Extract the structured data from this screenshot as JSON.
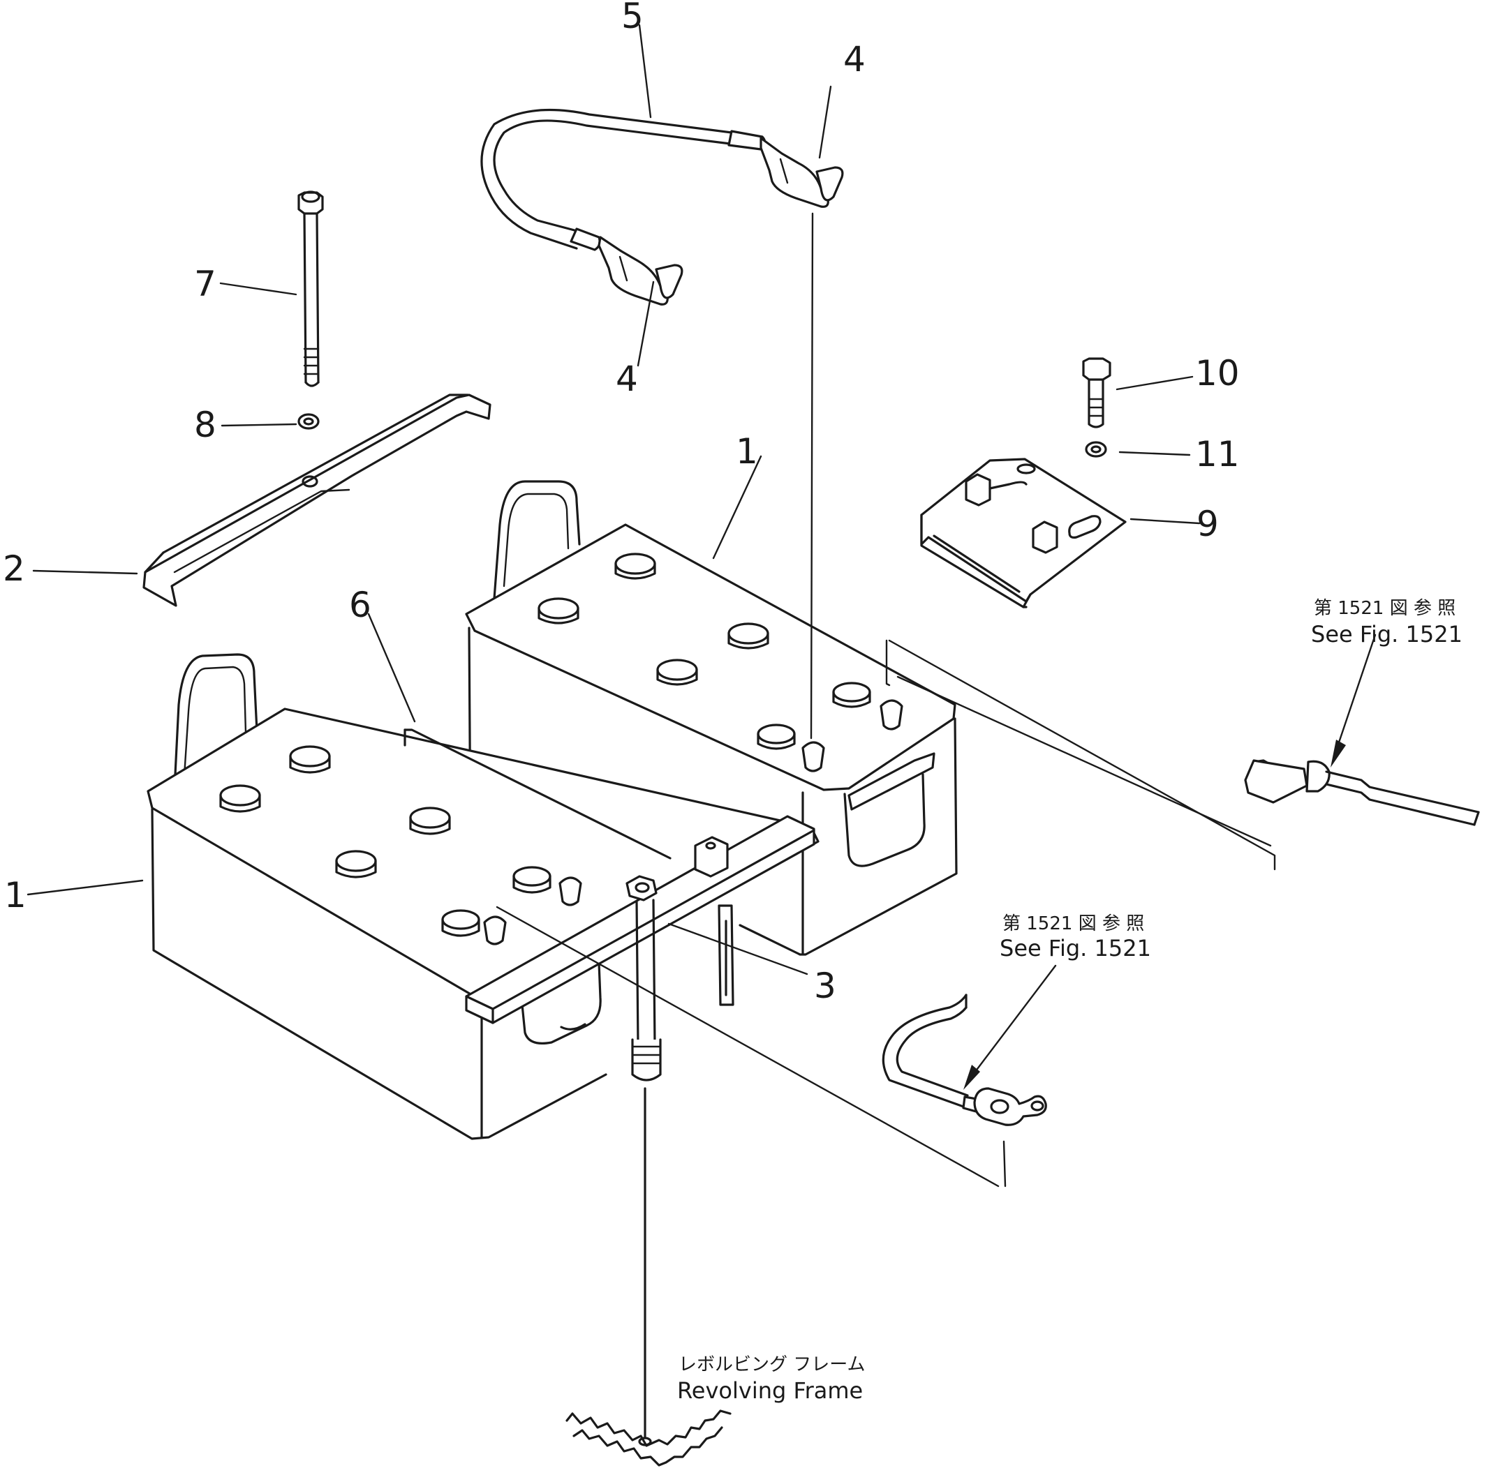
{
  "callouts": {
    "c1_left": "1",
    "c1_right": "1",
    "c2": "2",
    "c3": "3",
    "c4_top": "4",
    "c4_bottom": "4",
    "c5": "5",
    "c6": "6",
    "c7": "7",
    "c8": "8",
    "c9": "9",
    "c10": "10",
    "c11": "11"
  },
  "references": {
    "upper": {
      "jp": "第 1521 図 参 照",
      "en": "See Fig. 1521"
    },
    "lower": {
      "jp": "第 1521 図 参 照",
      "en": "See Fig. 1521"
    },
    "frame": {
      "jp": "レボルビング フレーム",
      "en": "Revolving Frame"
    }
  },
  "icons": [
    "battery-left",
    "battery-right",
    "battery-cable",
    "hold-down-bar",
    "clamp-bracket",
    "j-bolt",
    "washer",
    "bolt",
    "terminal-cover"
  ],
  "colors": {
    "ink": "#1a1a1a",
    "paper": "#ffffff"
  }
}
